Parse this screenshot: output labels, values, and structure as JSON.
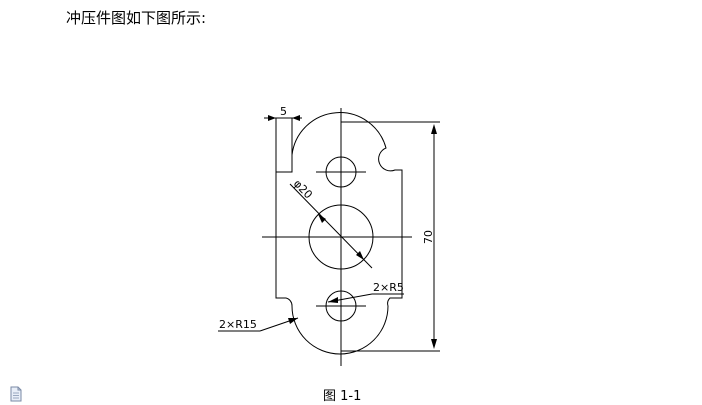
{
  "intro_text": "冲压件图如下图所示:",
  "figure_caption": "图 1-1",
  "dimensions": {
    "slot_width": "5",
    "overall_height": "70",
    "center_hole_diameter": "φ20",
    "small_radius": "2×R5",
    "outer_radius": "2×R15"
  },
  "icons": {
    "document": "document-icon"
  }
}
